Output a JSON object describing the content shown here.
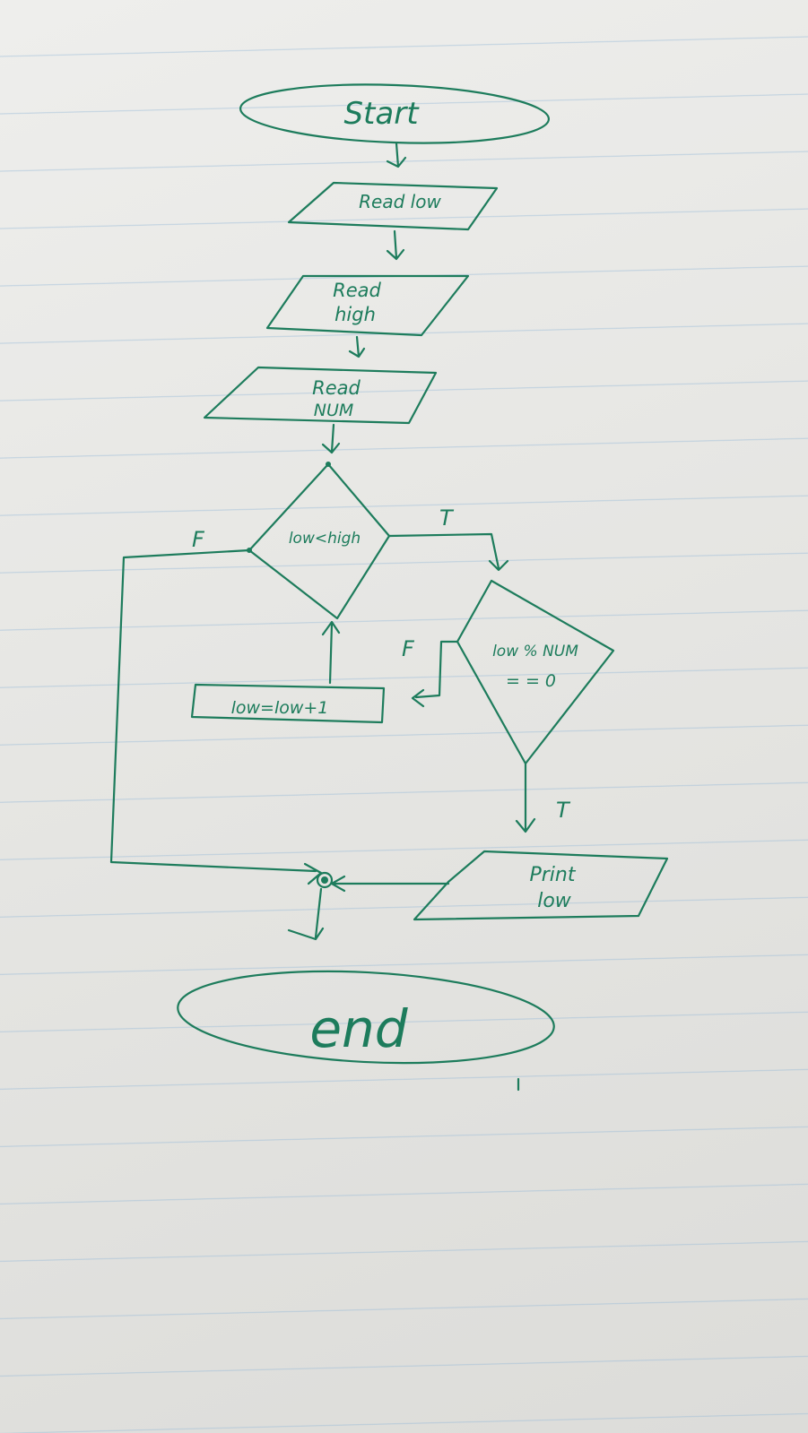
{
  "diagram": {
    "nodes": {
      "start": "Start",
      "read_low": "Read low",
      "read_high_line1": "Read",
      "read_high_line2": "high",
      "read_num_line1": "Read",
      "read_num_line2": "NUM",
      "decision_low_high": "low<high",
      "decision_mod_line1": "low % NUM",
      "decision_mod_line2": "= = 0",
      "increment": "low=low+1",
      "print_line1": "Print",
      "print_line2": "low",
      "end": "end"
    },
    "edge_labels": {
      "low_high_false": "F",
      "low_high_true": "T",
      "mod_false": "F",
      "mod_true": "T"
    },
    "ink_color": "#1d7c5c",
    "paper_color": "#e9e9e6",
    "rule_color": "#96b9d7"
  }
}
